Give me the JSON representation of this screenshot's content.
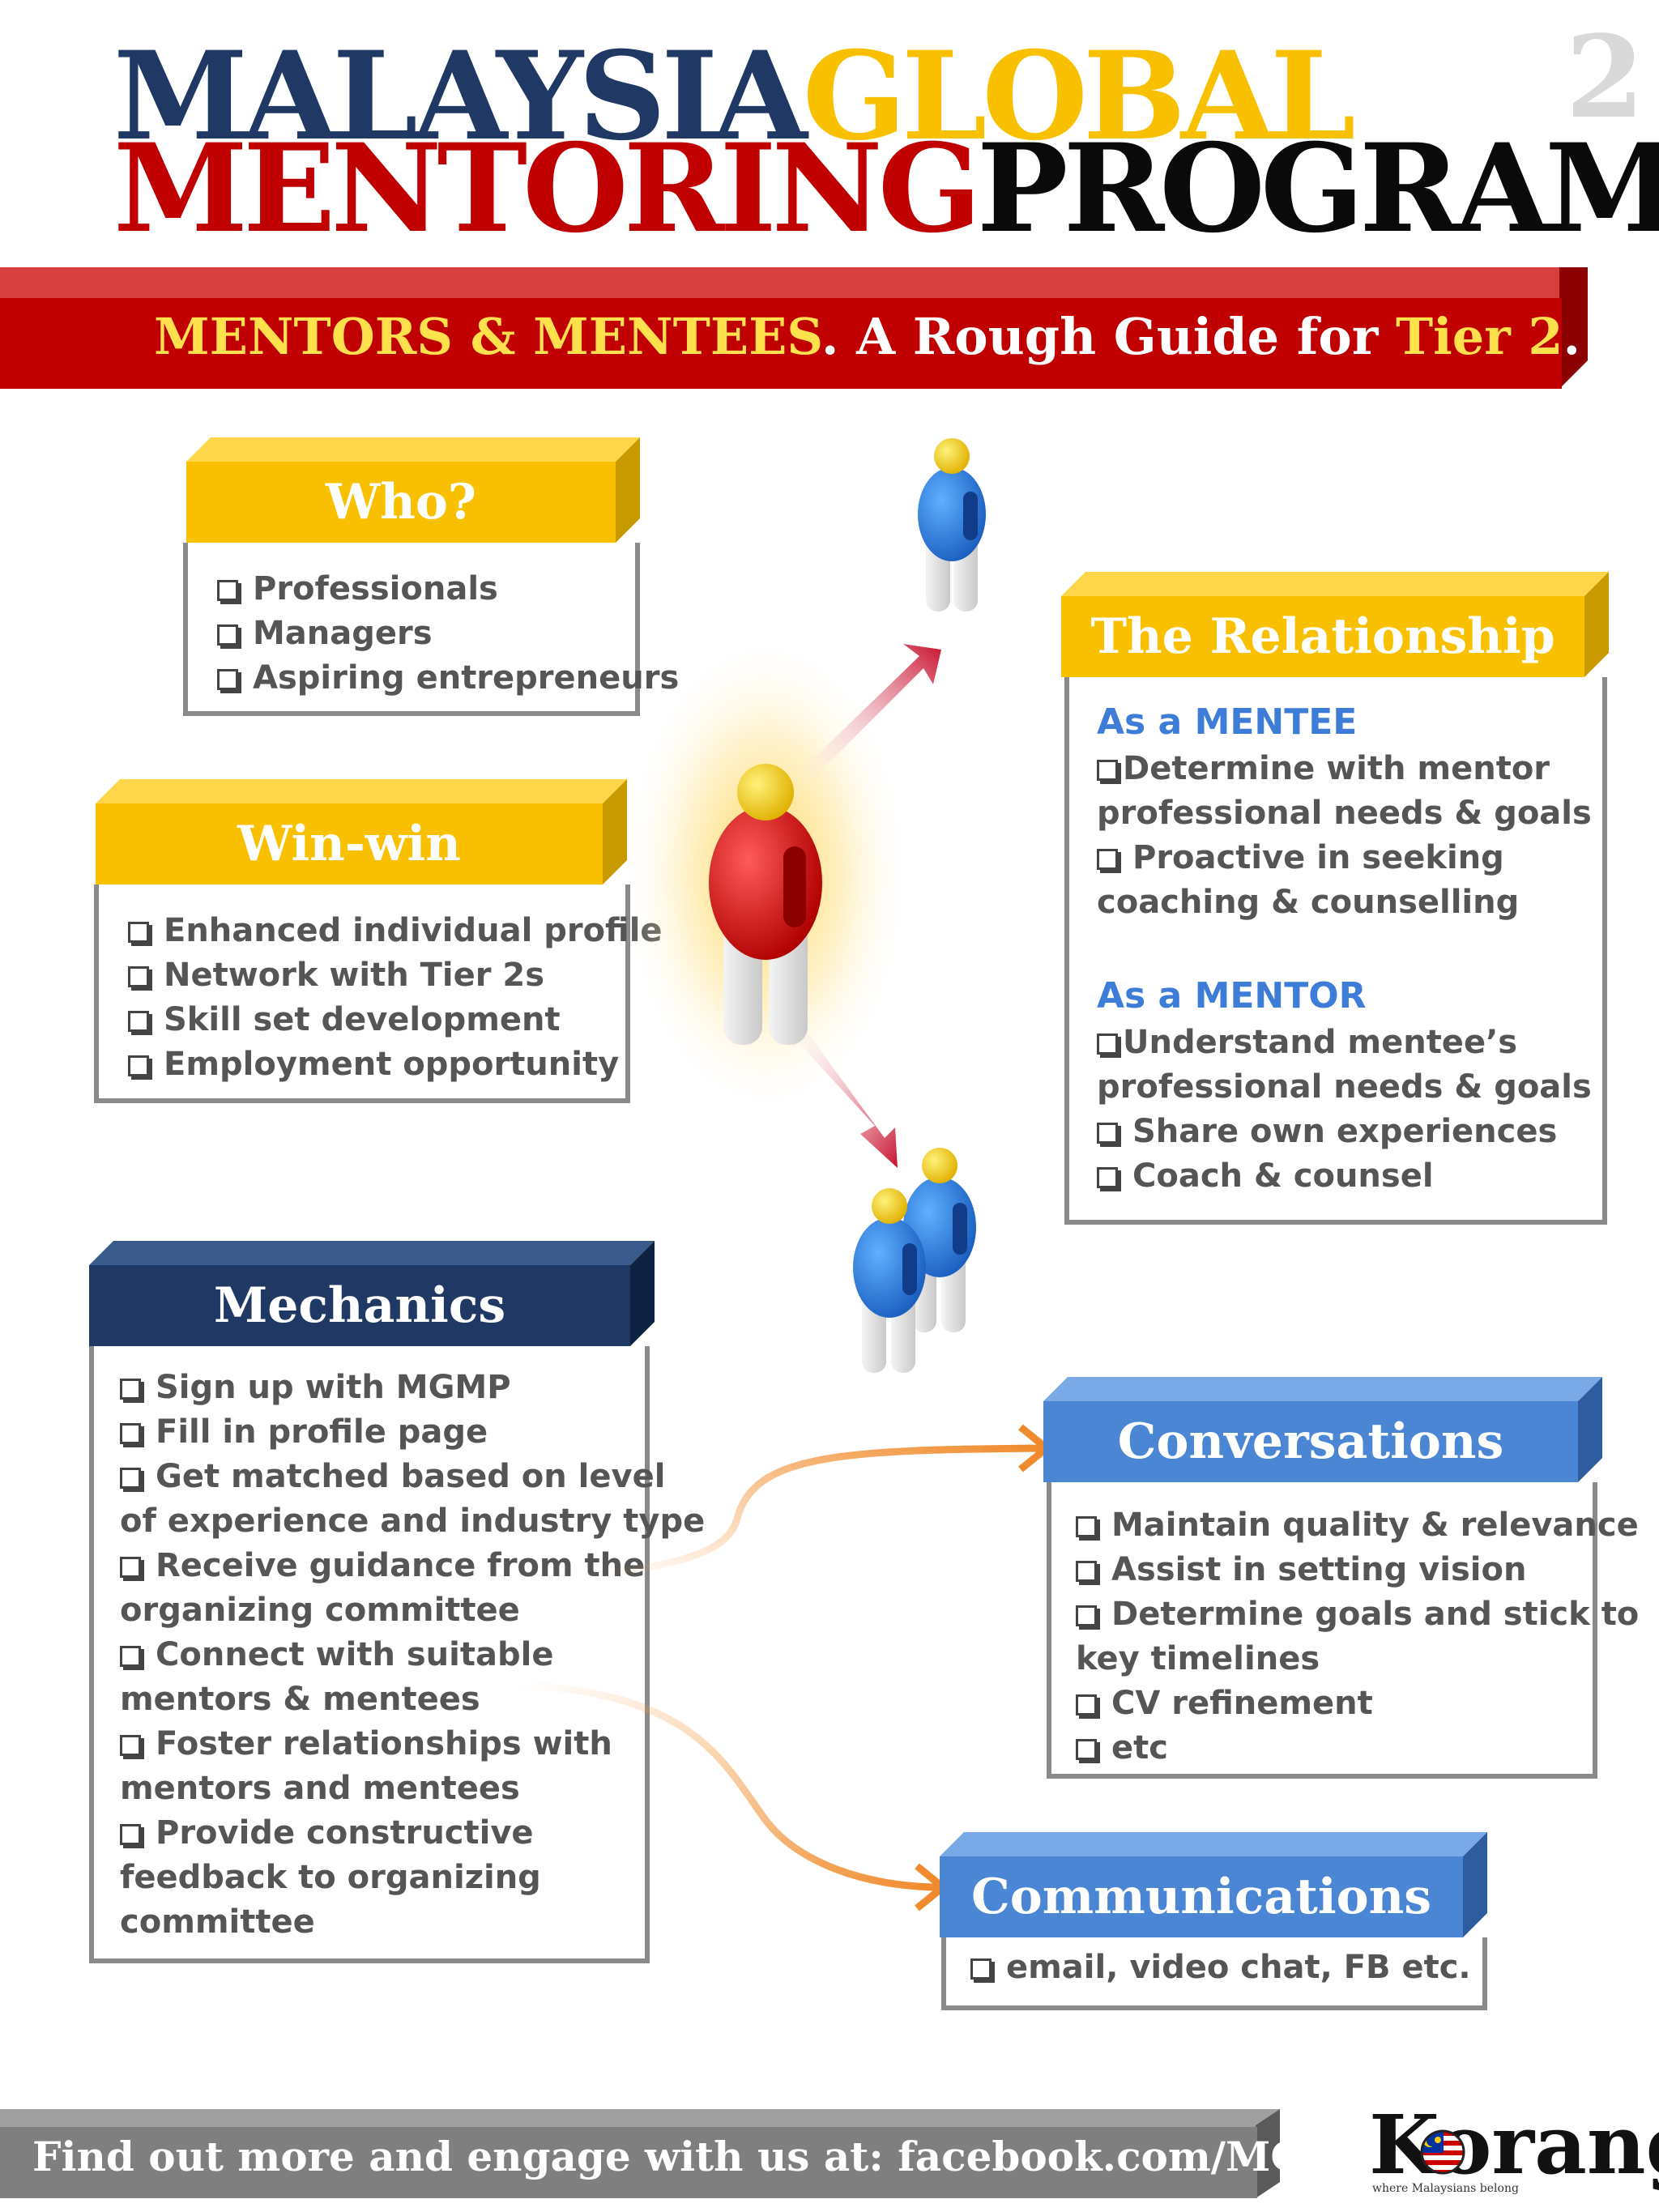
{
  "header": {
    "title_word1": "MALAYSIA",
    "title_word2": "GLOBAL",
    "title_word3": "MENTORING",
    "title_word4": "PROGRAM",
    "page_number": "2"
  },
  "banner": {
    "part1": "MENTORS & MENTEES",
    "part2": ". A Rough Guide for ",
    "part3": "Tier 2",
    "part4": "."
  },
  "who": {
    "title": "Who?",
    "items": [
      "Professionals",
      "Managers",
      "Aspiring entrepreneurs"
    ]
  },
  "winwin": {
    "title": "Win-win",
    "items": [
      "Enhanced individual profile",
      "Network with Tier 2s",
      "Skill set development",
      "Employment opportunity"
    ]
  },
  "relationship": {
    "title": "The Relationship",
    "mentee_heading": "As a MENTEE",
    "mentee_lines": [
      "Determine with mentor",
      "professional needs & goals",
      "Proactive in seeking",
      "coaching & counselling"
    ],
    "mentor_heading": "As a MENTOR",
    "mentor_lines": [
      "Understand mentee’s",
      "professional needs & goals",
      "Share own experiences",
      "Coach & counsel"
    ]
  },
  "mechanics": {
    "title": "Mechanics",
    "lines": [
      "Sign up with MGMP",
      "Fill in profile page",
      "Get matched based on level",
      "of experience and industry type",
      "Receive guidance from the",
      "organizing committee",
      "Connect with suitable",
      "mentors &  mentees",
      "Foster relationships with",
      "mentors and mentees",
      "Provide constructive",
      "feedback to organizing",
      "committee"
    ]
  },
  "conversations": {
    "title": "Conversations",
    "lines": [
      "Maintain quality & relevance",
      "Assist in setting vision",
      "Determine goals and stick to",
      "key timelines",
      "CV refinement",
      "etc"
    ]
  },
  "communications": {
    "title": "Communications",
    "items": [
      "email, video chat, FB etc."
    ]
  },
  "footer": {
    "text": "Find out more and engage with us at: facebook.com/MGMP",
    "logo": "Korang",
    "logo_tagline": "where Malaysians belong"
  },
  "colors": {
    "navy": "#1f3864",
    "gold": "#f9c000",
    "red": "#c00000",
    "blue": "#4a86d4"
  },
  "icons": [
    "checkbox-icon",
    "person-figure-icon",
    "arrow-icon",
    "malaysia-flag-icon"
  ]
}
